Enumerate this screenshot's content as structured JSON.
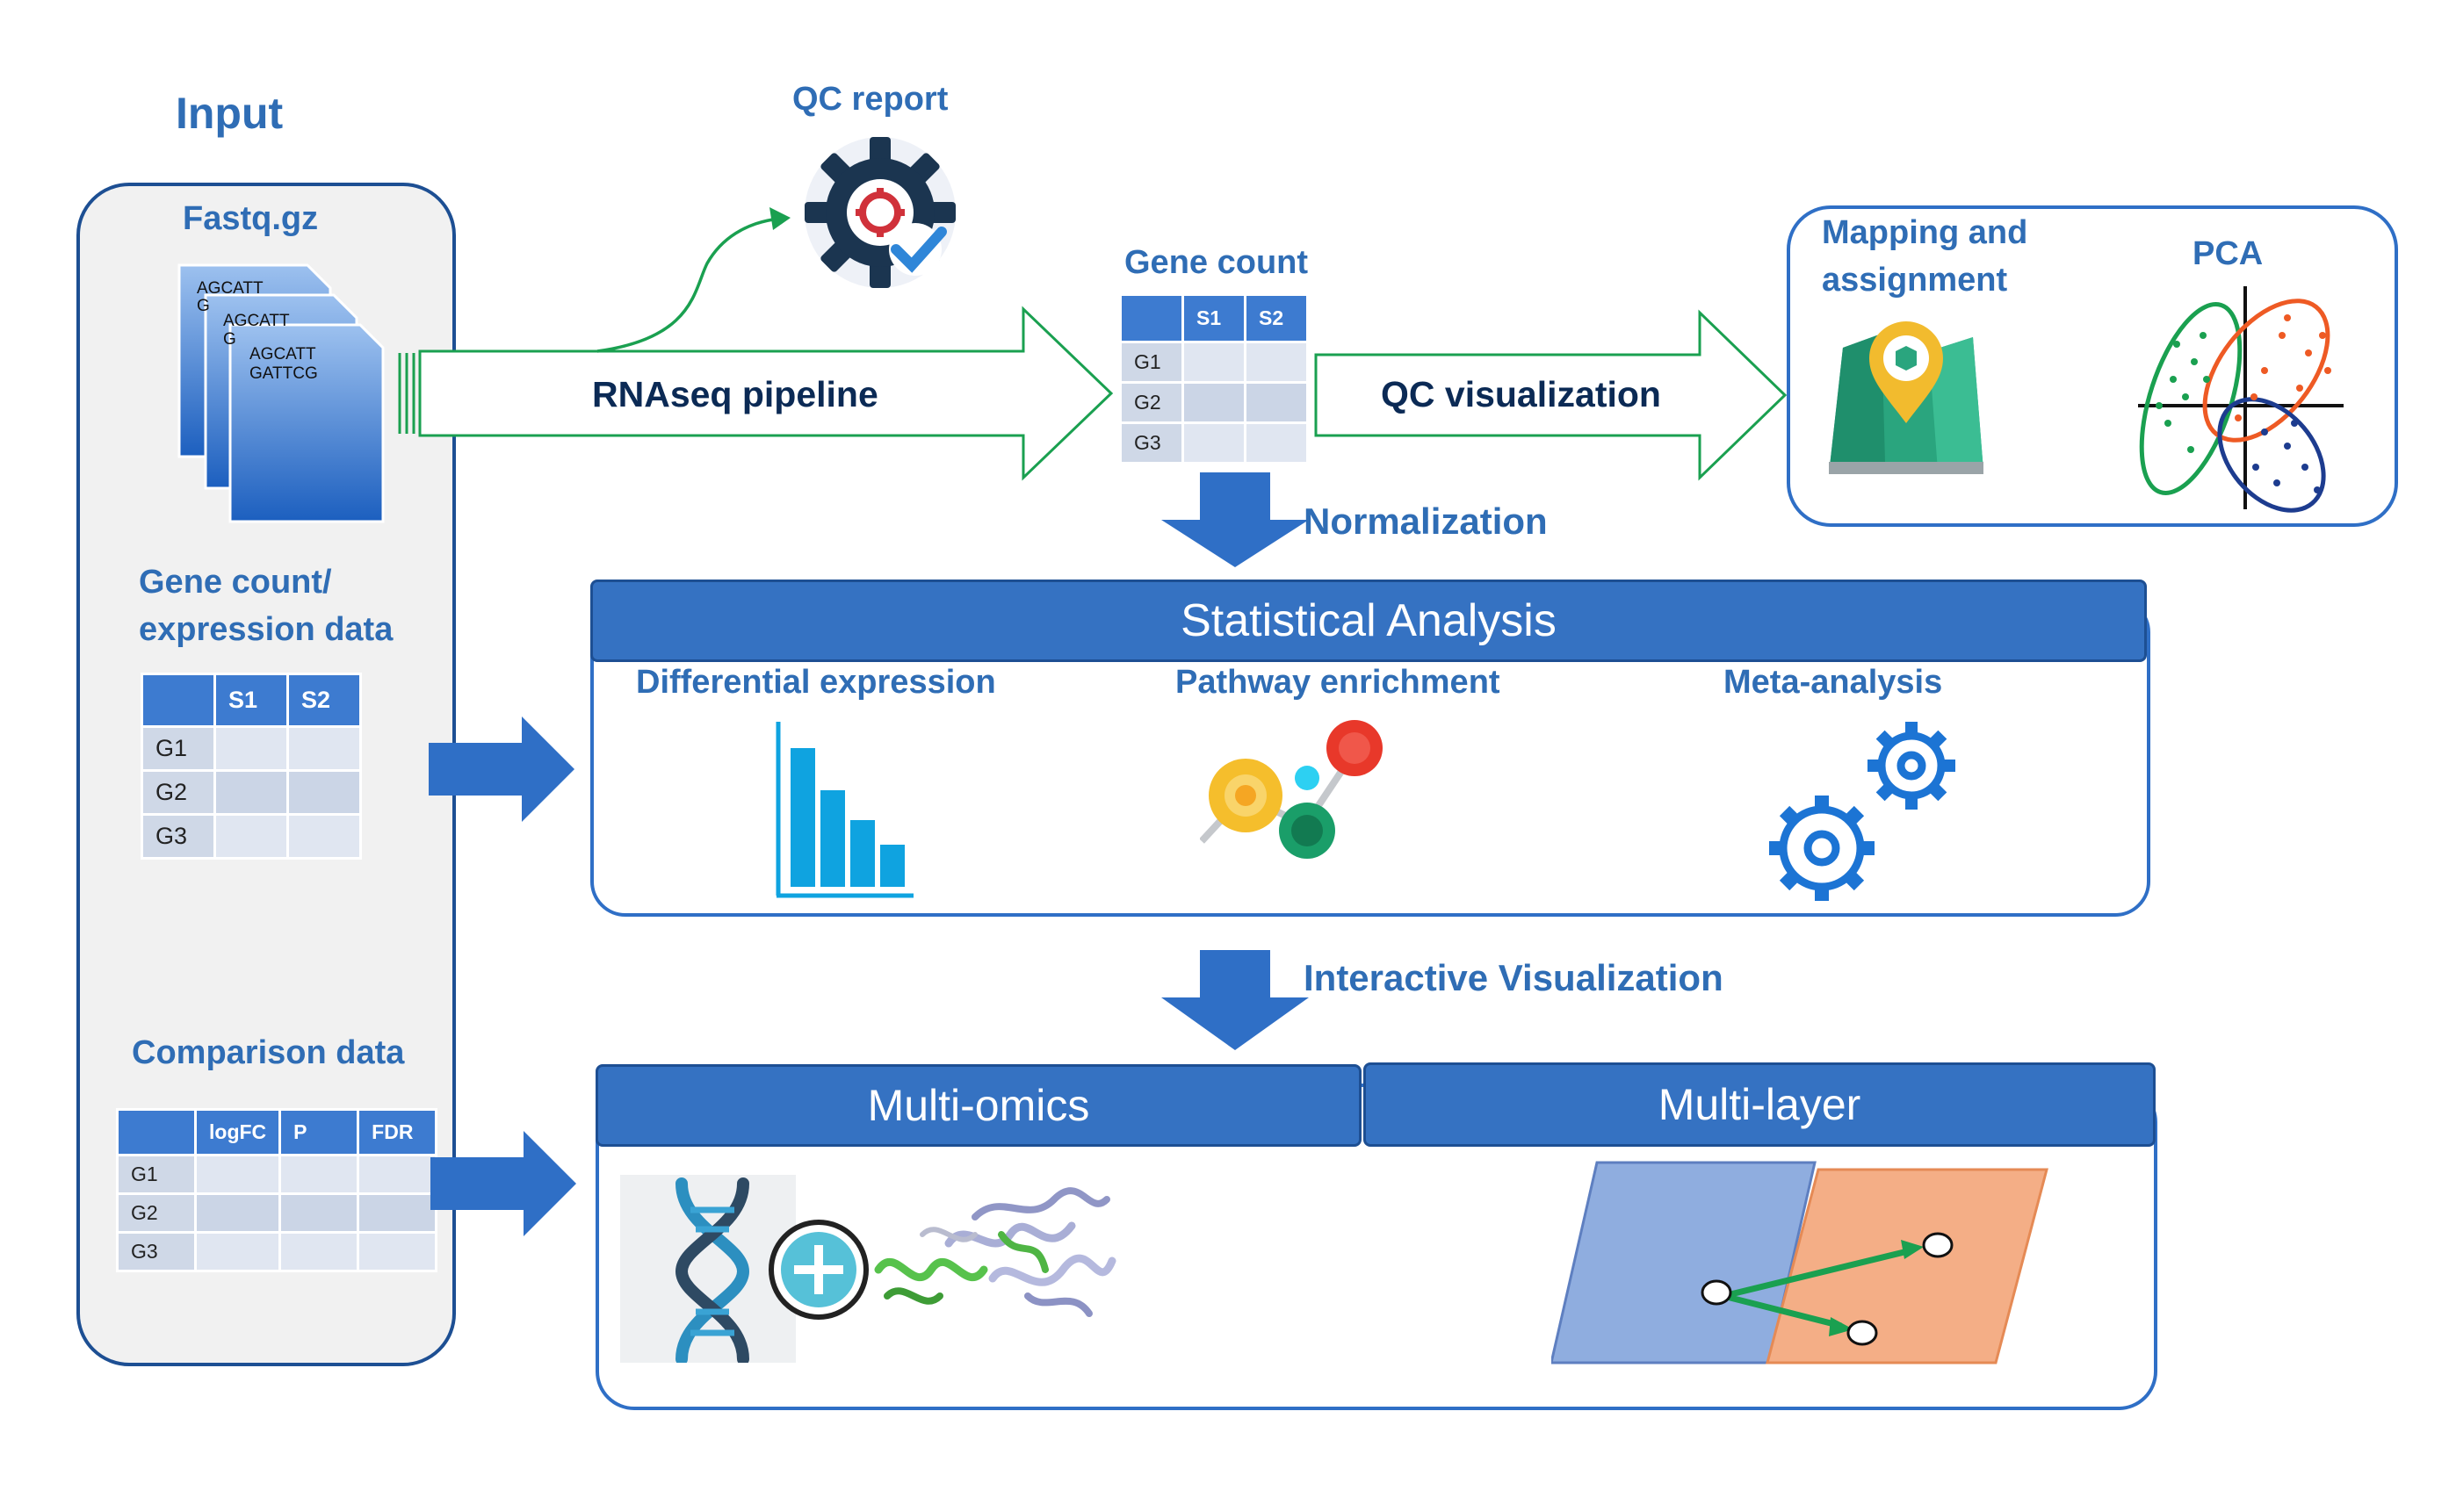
{
  "input": {
    "title": "Input",
    "fastq_label": "Fastq.gz",
    "fastq_card_text": [
      "AGCATT",
      "G",
      "AGCATT",
      "G",
      "AGCATT",
      "GATTCG"
    ],
    "gene_count_label_line1": "Gene count/",
    "gene_count_label_line2": "expression data",
    "gene_table": {
      "headers": [
        "",
        "S1",
        "S2"
      ],
      "rows": [
        "G1",
        "G2",
        "G3"
      ]
    },
    "comparison_label": "Comparison data",
    "comparison_table": {
      "headers": [
        "",
        "logFC",
        "P",
        "FDR"
      ],
      "rows": [
        "G1",
        "G2",
        "G3"
      ]
    }
  },
  "pipeline": {
    "qc_report_label": "QC report",
    "rnaseq_label": "RNAseq pipeline",
    "gene_count_label": "Gene count",
    "gene_count_table": {
      "headers": [
        "",
        "S1",
        "S2"
      ],
      "rows": [
        "G1",
        "G2",
        "G3"
      ]
    },
    "qc_visualization_label": "QC visualization",
    "normalization_label": "Normalization",
    "interactive_visualization_label": "Interactive Visualization"
  },
  "qc_panel": {
    "mapping_line1": "Mapping and",
    "mapping_line2": "assignment",
    "pca_label": "PCA"
  },
  "statistical": {
    "title": "Statistical Analysis",
    "differential": "Differential expression",
    "pathway": "Pathway enrichment",
    "meta": "Meta-analysis"
  },
  "interactive": {
    "multi_omics": "Multi-omics",
    "multi_layer": "Multi-layer"
  },
  "colors": {
    "accent_blue": "#2f6db5",
    "panel_blue": "#3572c2",
    "pipeline_green": "#1aa050",
    "dark_navy": "#0b2a55",
    "bar_cyan": "#0fa3e0",
    "layer_blue": "#8faddf",
    "layer_orange": "#f4ae86"
  },
  "icons": [
    "gear-check-icon",
    "map-pin-icon",
    "pca-scatter-icon",
    "bar-chart-icon",
    "network-nodes-icon",
    "gears-icon",
    "dna-icon",
    "plus-circle-icon",
    "protein-structure-icon"
  ]
}
